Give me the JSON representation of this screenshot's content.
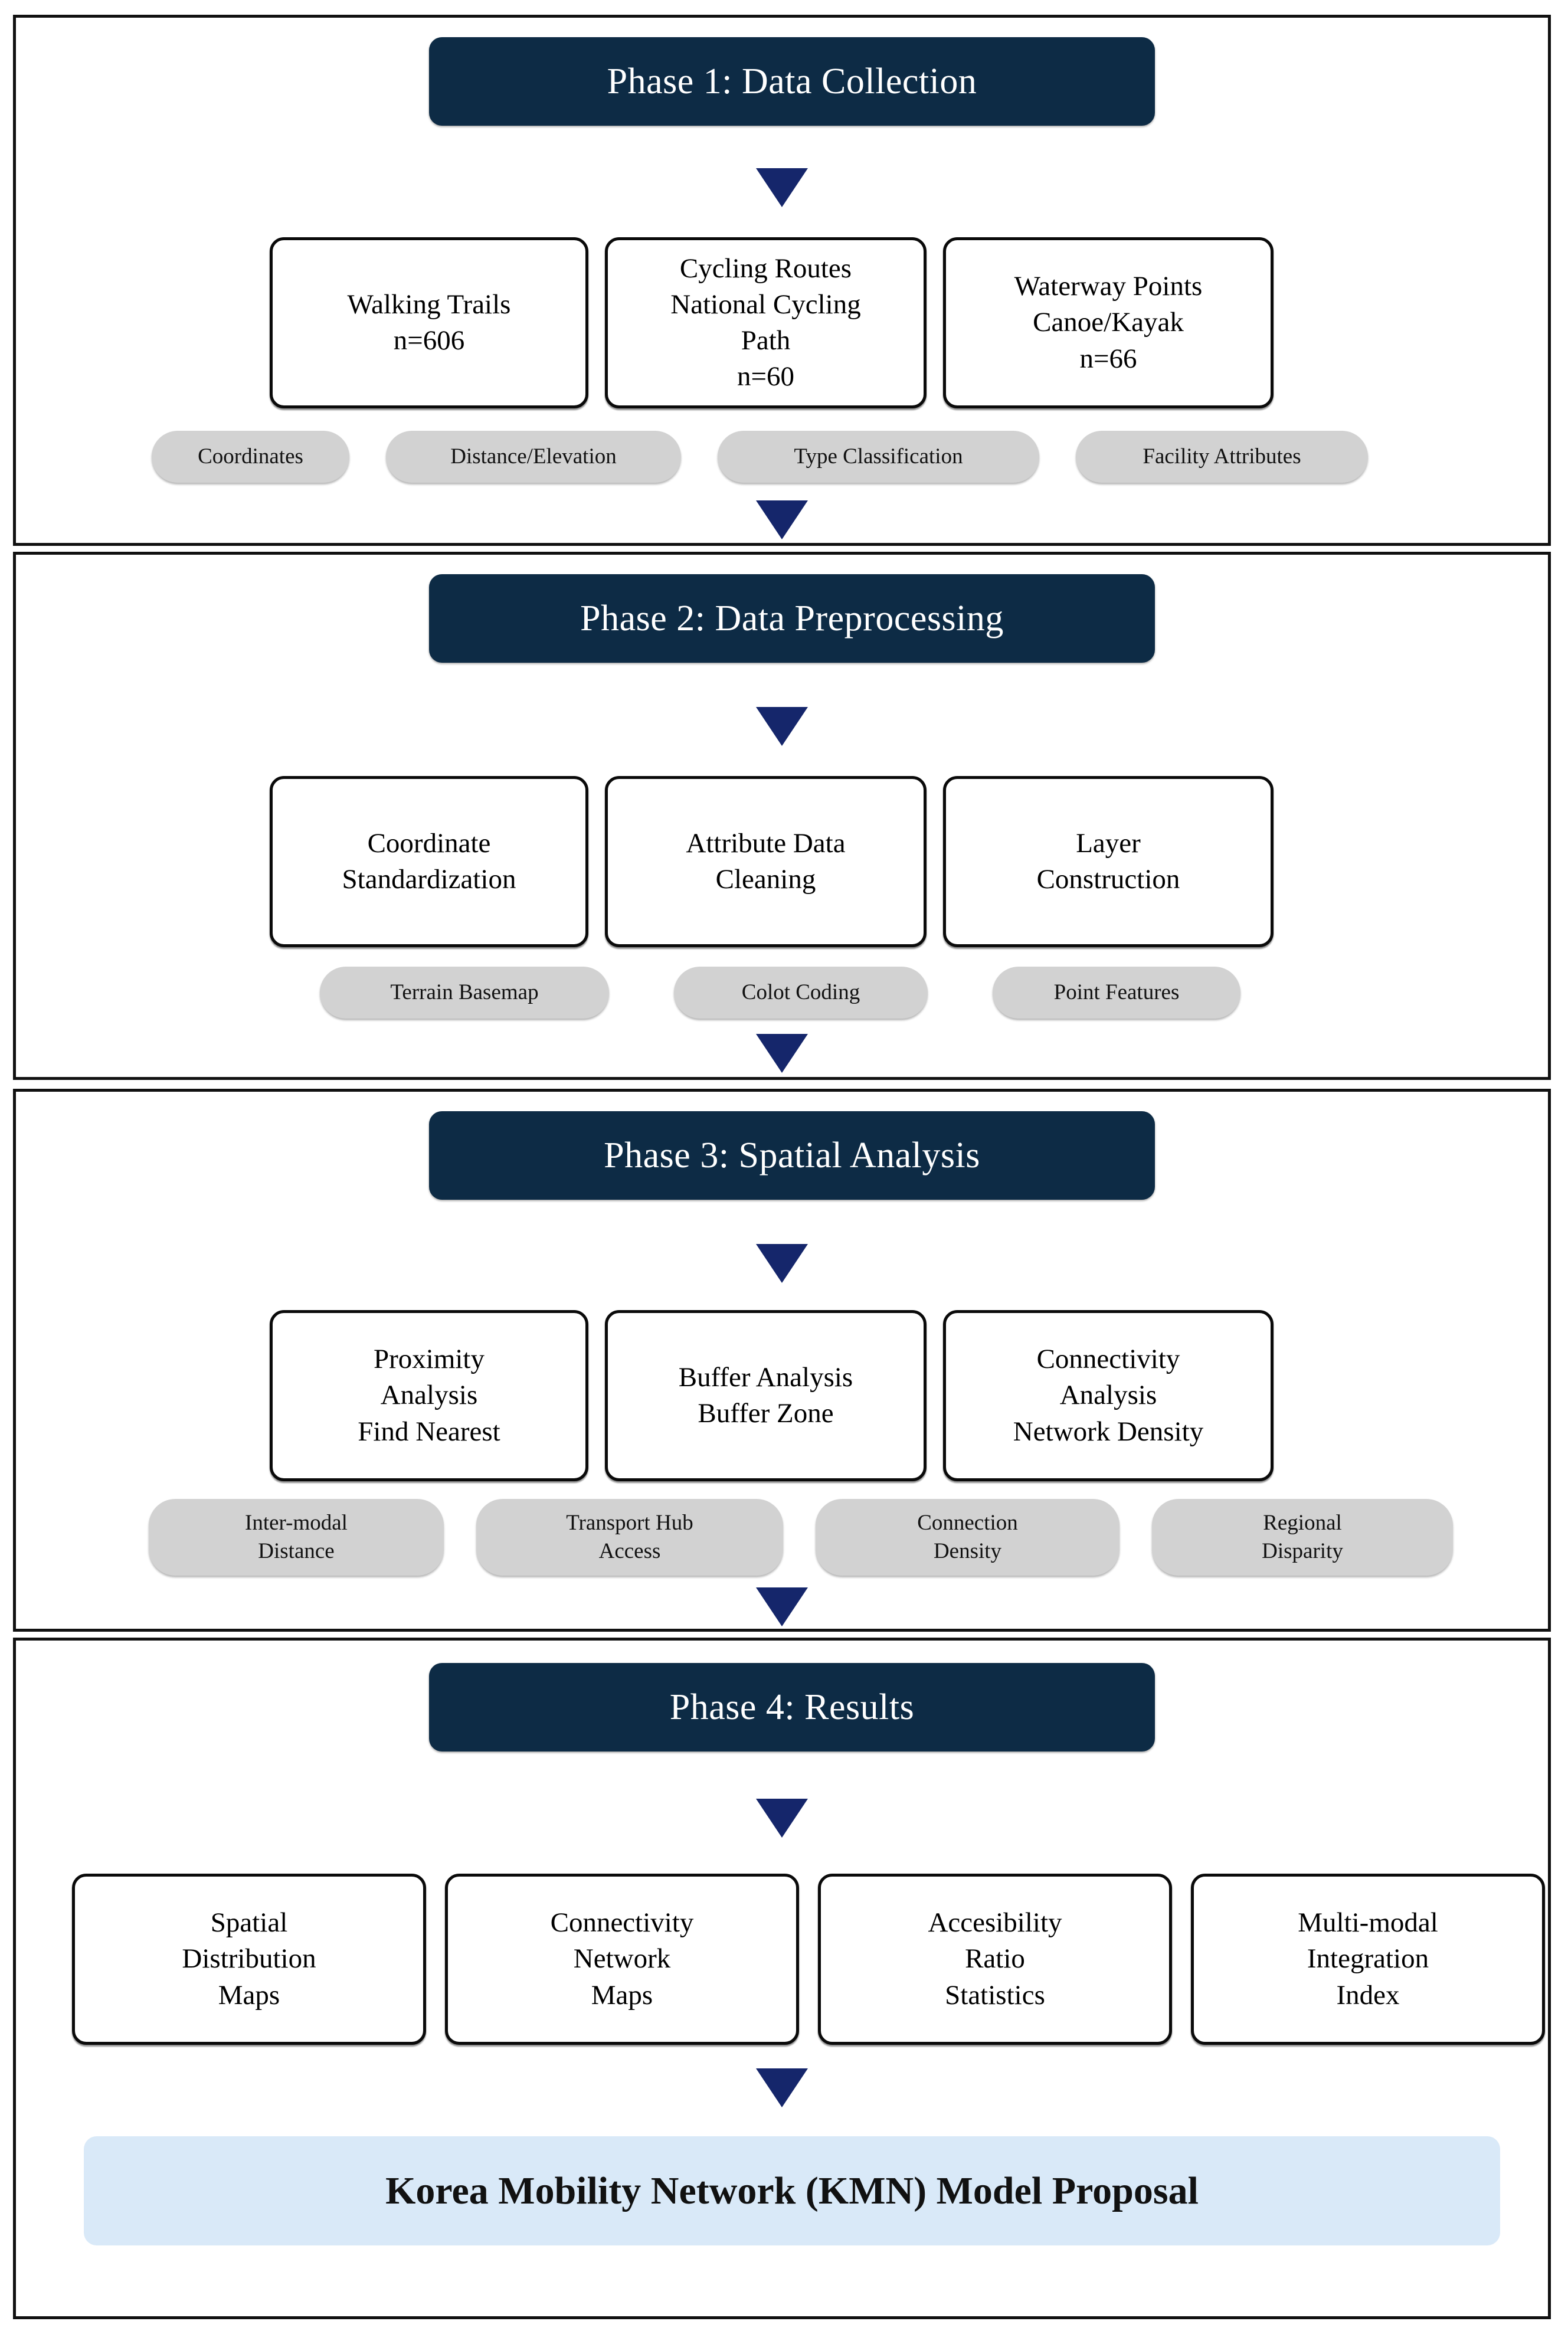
{
  "figure": {
    "type": "flowchart",
    "orientation": "vertical",
    "colors": {
      "header_bar": "#0D2B45",
      "header_text": "#FFFFFF",
      "arrow": "#15266B",
      "process_box_border": "#0A0A0A",
      "process_box_fill": "#FFFFFF",
      "pill_fill": "#D2D2D2",
      "final_bar_fill": "#D9E9F8",
      "frame_border": "#111111"
    }
  },
  "phases": [
    {
      "header": "Phase 1: Data Collection",
      "boxes": [
        {
          "lines": [
            "Walking Trails",
            "n=606"
          ]
        },
        {
          "lines": [
            "Cycling Routes",
            "National Cycling",
            "Path",
            "n=60"
          ]
        },
        {
          "lines": [
            "Waterway Points",
            "Canoe/Kayak",
            "n=66"
          ]
        }
      ],
      "pills": [
        {
          "lines": [
            "Coordinates"
          ]
        },
        {
          "lines": [
            "Distance/Elevation"
          ]
        },
        {
          "lines": [
            "Type Classification"
          ]
        },
        {
          "lines": [
            "Facility Attributes"
          ]
        }
      ]
    },
    {
      "header": "Phase 2: Data Preprocessing",
      "boxes": [
        {
          "lines": [
            "Coordinate",
            "Standardization"
          ]
        },
        {
          "lines": [
            "Attribute Data",
            "Cleaning"
          ]
        },
        {
          "lines": [
            "Layer",
            "Construction"
          ]
        }
      ],
      "pills": [
        {
          "lines": [
            "Terrain Basemap"
          ]
        },
        {
          "lines": [
            "Colot Coding"
          ]
        },
        {
          "lines": [
            "Point Features"
          ]
        }
      ]
    },
    {
      "header": "Phase 3: Spatial Analysis",
      "boxes": [
        {
          "lines": [
            "Proximity",
            "Analysis",
            "Find Nearest"
          ]
        },
        {
          "lines": [
            "Buffer Analysis",
            "Buffer Zone"
          ]
        },
        {
          "lines": [
            "Connectivity",
            "Analysis",
            "Network Density"
          ]
        }
      ],
      "pills": [
        {
          "lines": [
            "Inter-modal",
            "Distance"
          ]
        },
        {
          "lines": [
            "Transport Hub",
            "Access"
          ]
        },
        {
          "lines": [
            "Connection",
            "Density"
          ]
        },
        {
          "lines": [
            "Regional",
            "Disparity"
          ]
        }
      ]
    },
    {
      "header": "Phase 4: Results",
      "boxes": [
        {
          "lines": [
            "Spatial",
            "Distribution",
            "Maps"
          ]
        },
        {
          "lines": [
            "Connectivity",
            "Network",
            "Maps"
          ]
        },
        {
          "lines": [
            "Accesibility",
            "Ratio",
            "Statistics"
          ]
        },
        {
          "lines": [
            "Multi-modal",
            "Integration",
            "Index"
          ]
        }
      ],
      "pills": []
    }
  ],
  "final_output": {
    "label": "Korea Mobility  Network (KMN) Model Proposal"
  }
}
